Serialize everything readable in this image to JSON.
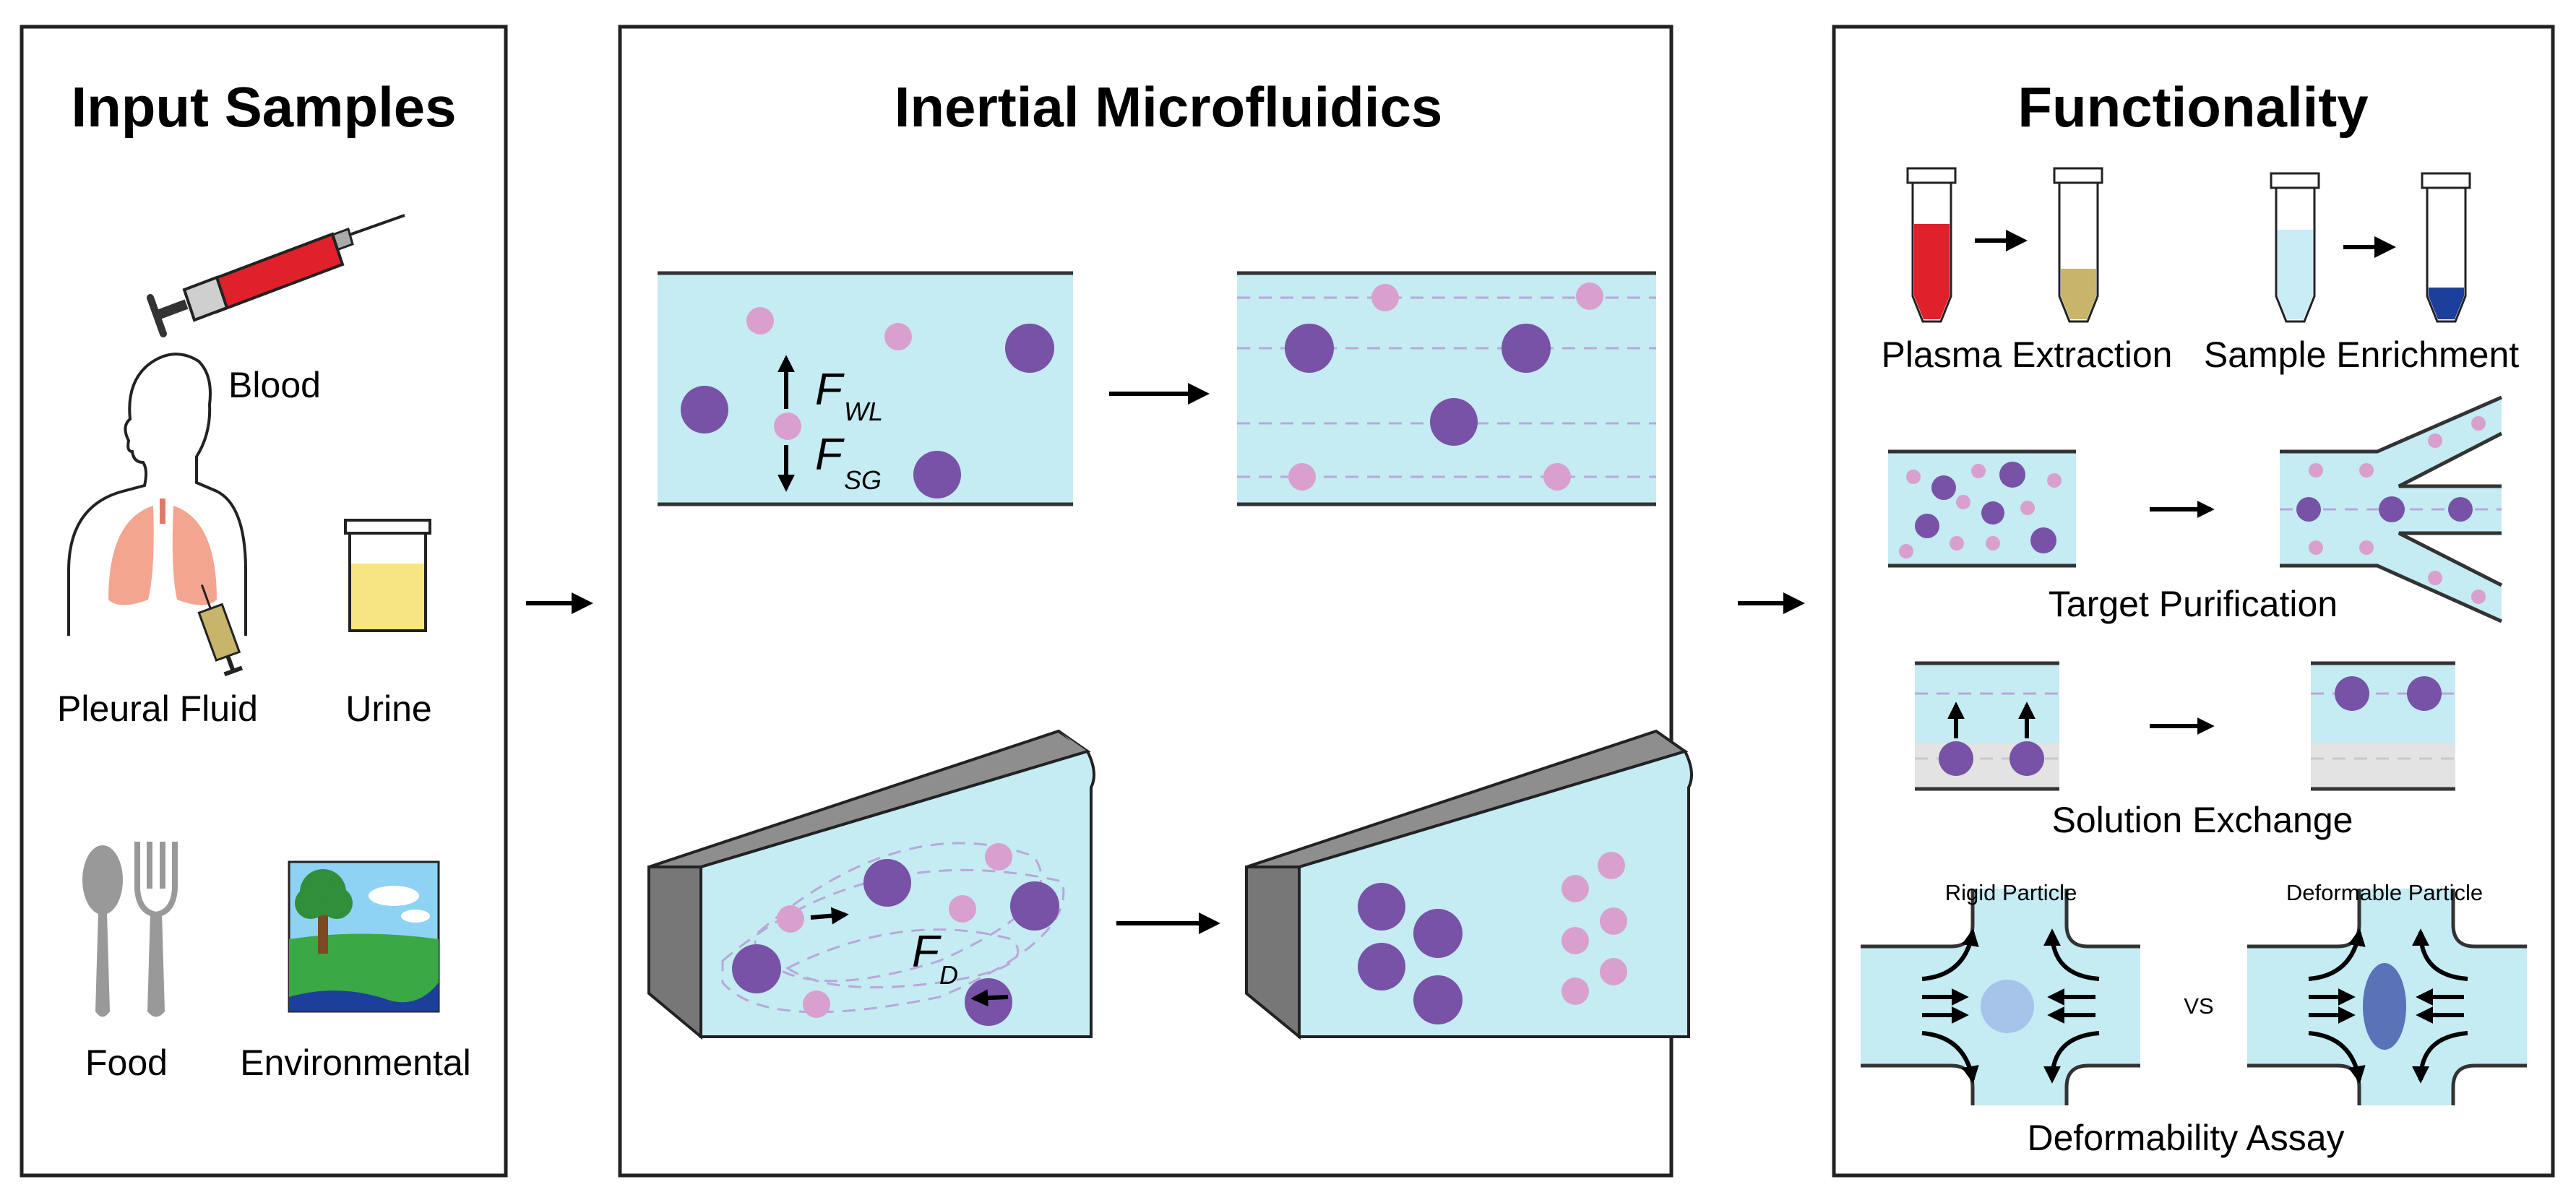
{
  "panels": {
    "input": {
      "title": "Input Samples",
      "labels": {
        "blood": "Blood",
        "pleural": "Pleural Fluid",
        "urine": "Urine",
        "food": "Food",
        "environmental": "Environmental"
      }
    },
    "microfluidics": {
      "title": "Inertial Microfluidics",
      "forces": {
        "f": "F",
        "wl": "WL",
        "sg": "SG",
        "d": "D"
      }
    },
    "functionality": {
      "title": "Functionality",
      "labels": {
        "plasma": "Plasma Extraction",
        "enrichment": "Sample Enrichment",
        "purification": "Target Purification",
        "exchange": "Solution Exchange",
        "rigid": "Rigid Particle",
        "deformable": "Deformable Particle",
        "vs": "VS",
        "assay": "Deformability Assay"
      }
    }
  },
  "colors": {
    "channel": "#c5ebf3",
    "large_particle": "#7752a6",
    "small_particle": "#d9a0cf",
    "blood": "#e0202a",
    "plasma": "#c8b46a",
    "urine": "#f7e583",
    "enrichment_sample": "#c9ecf6",
    "enriched": "#1c3f9c",
    "lung": "#f4a58f",
    "wall_gray": "#8e8e8e"
  }
}
